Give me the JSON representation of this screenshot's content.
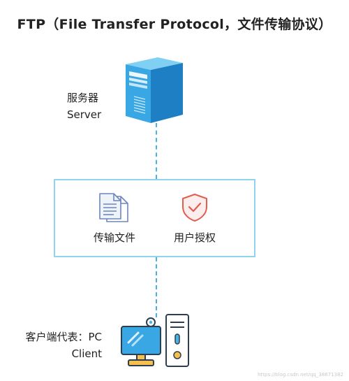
{
  "title": "FTP（File Transfer Protocol，文件传输协议）",
  "server": {
    "label_cn": "服务器",
    "label_en": "Server"
  },
  "box": {
    "item1_label": "传输文件",
    "item2_label": "用户授权"
  },
  "client": {
    "label_cn": "客户端代表：PC",
    "label_en": "Client"
  },
  "watermark": "https://blog.csdn.net/qq_38671382",
  "colors": {
    "accent": "#4ab3e3",
    "box_border": "#8fd3ee",
    "shield": "#e25c4f",
    "doc": "#6f86b8"
  },
  "icons": [
    "server-icon",
    "document-icon",
    "shield-check-icon",
    "monitor-icon",
    "tower-icon"
  ]
}
